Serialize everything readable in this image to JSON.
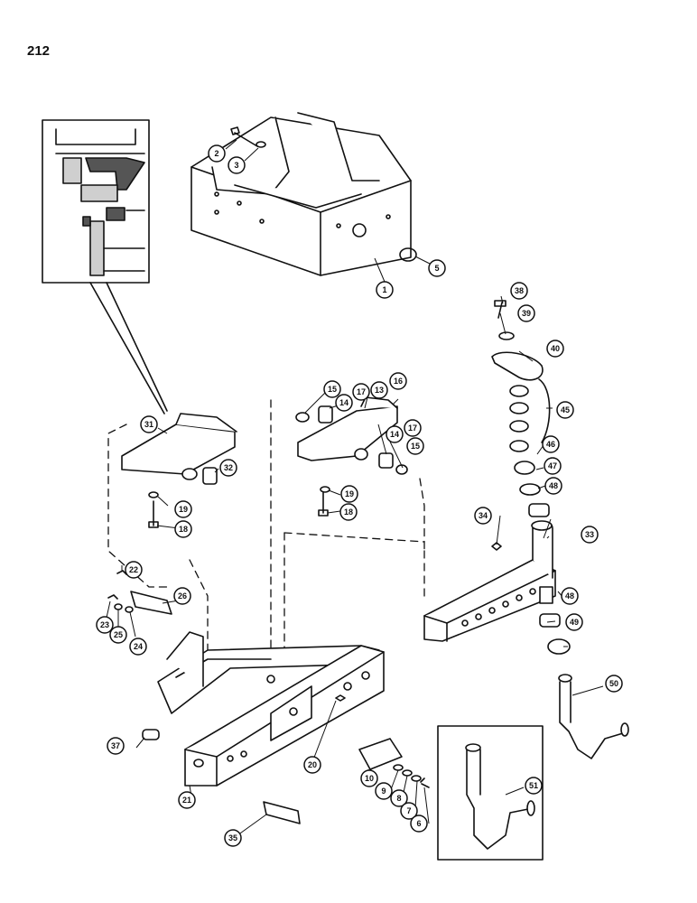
{
  "page_number": "212",
  "callouts": [
    "1",
    "2",
    "3",
    "5",
    "6",
    "7",
    "8",
    "9",
    "10",
    "13",
    "14",
    "14",
    "15",
    "15",
    "16",
    "17",
    "17",
    "18",
    "18",
    "19",
    "19",
    "20",
    "21",
    "22",
    "23",
    "24",
    "25",
    "26",
    "31",
    "32",
    "33",
    "34",
    "35",
    "37",
    "38",
    "39",
    "40",
    "45",
    "46",
    "47",
    "48",
    "48",
    "49",
    "50",
    "51"
  ],
  "colors": {
    "ink": "#111111",
    "paper": "#ffffff",
    "shade": "#cfcfcf"
  }
}
